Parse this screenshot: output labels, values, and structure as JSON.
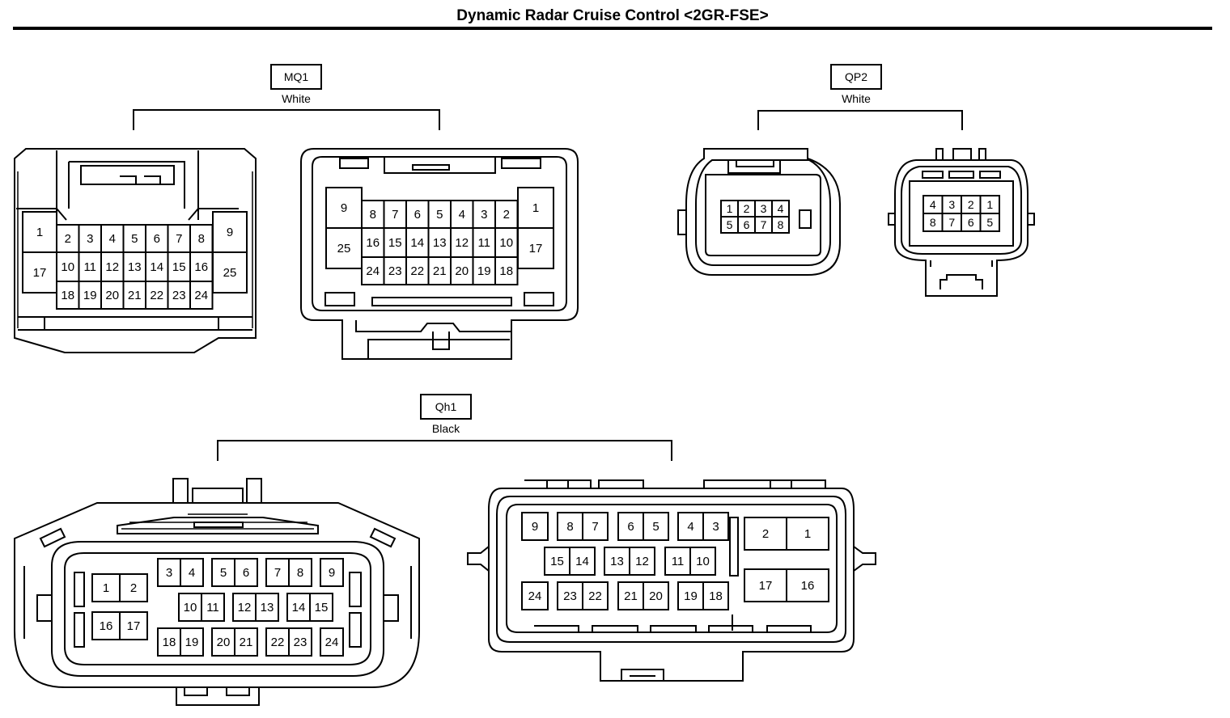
{
  "title": "Dynamic Radar Cruise Control <2GR-FSE>",
  "connectors": {
    "mq1": {
      "code": "MQ1",
      "color": "White",
      "left_view": {
        "pins_a": [
          "1",
          "17"
        ],
        "row1": [
          "2",
          "3",
          "4",
          "5",
          "6",
          "7",
          "8"
        ],
        "row2": [
          "10",
          "11",
          "12",
          "13",
          "14",
          "15",
          "16"
        ],
        "row3": [
          "18",
          "19",
          "20",
          "21",
          "22",
          "23",
          "24"
        ],
        "pins_b": [
          "9",
          "25"
        ]
      },
      "right_view": {
        "pins_a": [
          "9",
          "25"
        ],
        "row1": [
          "8",
          "7",
          "6",
          "5",
          "4",
          "3",
          "2"
        ],
        "row2": [
          "16",
          "15",
          "14",
          "13",
          "12",
          "11",
          "10"
        ],
        "row3": [
          "24",
          "23",
          "22",
          "21",
          "20",
          "19",
          "18"
        ],
        "pins_b": [
          "1",
          "17"
        ]
      }
    },
    "qp2": {
      "code": "QP2",
      "color": "White",
      "left_view": {
        "row1": [
          "1",
          "2",
          "3",
          "4"
        ],
        "row2": [
          "5",
          "6",
          "7",
          "8"
        ]
      },
      "right_view": {
        "row1": [
          "4",
          "3",
          "2",
          "1"
        ],
        "row2": [
          "8",
          "7",
          "6",
          "5"
        ]
      }
    },
    "qh1": {
      "code": "Qh1",
      "color": "Black",
      "left_view": {
        "g1": [
          "1",
          "2"
        ],
        "g2": [
          "16",
          "17"
        ],
        "g3": [
          "3",
          "4"
        ],
        "g4": [
          "5",
          "6"
        ],
        "g5": [
          "7",
          "8"
        ],
        "g6": [
          "9"
        ],
        "g7": [
          "10",
          "11"
        ],
        "g8": [
          "12",
          "13"
        ],
        "g9": [
          "14",
          "15"
        ],
        "g10": [
          "18",
          "19"
        ],
        "g11": [
          "20",
          "21"
        ],
        "g12": [
          "22",
          "23"
        ],
        "g13": [
          "24"
        ]
      },
      "right_view": {
        "g1": [
          "9"
        ],
        "g2": [
          "8",
          "7"
        ],
        "g3": [
          "6",
          "5"
        ],
        "g4": [
          "4",
          "3"
        ],
        "g5": [
          "15",
          "14"
        ],
        "g6": [
          "13",
          "12"
        ],
        "g7": [
          "11",
          "10"
        ],
        "g8": [
          "24"
        ],
        "g9": [
          "23",
          "22"
        ],
        "g10": [
          "21",
          "20"
        ],
        "g11": [
          "19",
          "18"
        ],
        "g12": [
          "2",
          "1"
        ],
        "g13": [
          "17",
          "16"
        ]
      }
    }
  }
}
